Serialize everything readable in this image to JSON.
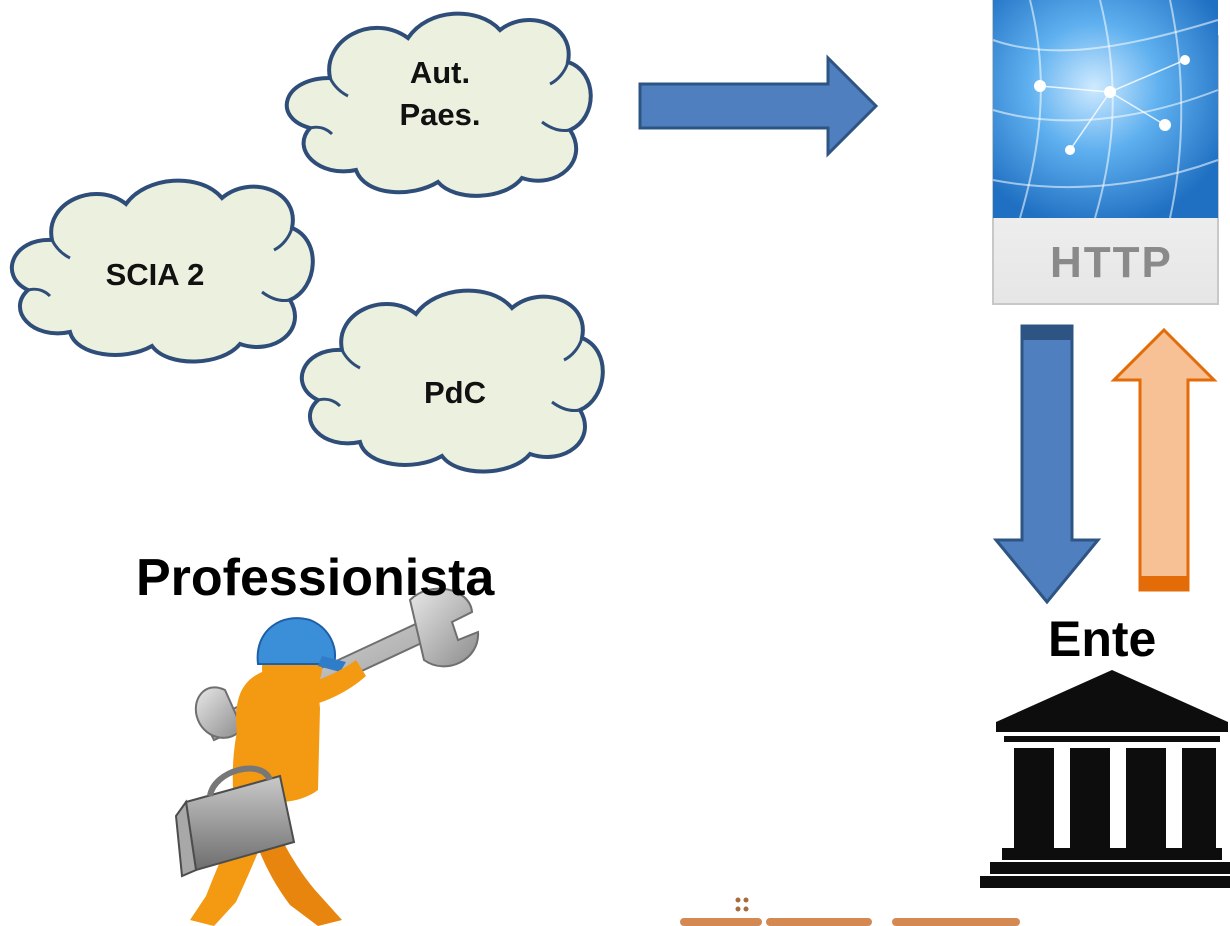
{
  "clouds": [
    {
      "label": "Aut.\nPaes."
    },
    {
      "label": "SCIA 2"
    },
    {
      "label": "PdC"
    }
  ],
  "http_icon": {
    "label": "HTTP"
  },
  "professional": {
    "label": "Professionista"
  },
  "institution": {
    "label": "Ente"
  },
  "colors": {
    "cloud_fill": "#ebf1de",
    "cloud_stroke": "#2f4d79",
    "blue_arrow": "#4f7fbf",
    "blue_arrow_stroke": "#2e5484",
    "orange_arrow": "#f8c195",
    "orange_arrow_stroke": "#e36c09",
    "worker_orange": "#f39a12",
    "helmet_blue": "#3b8fd9"
  }
}
